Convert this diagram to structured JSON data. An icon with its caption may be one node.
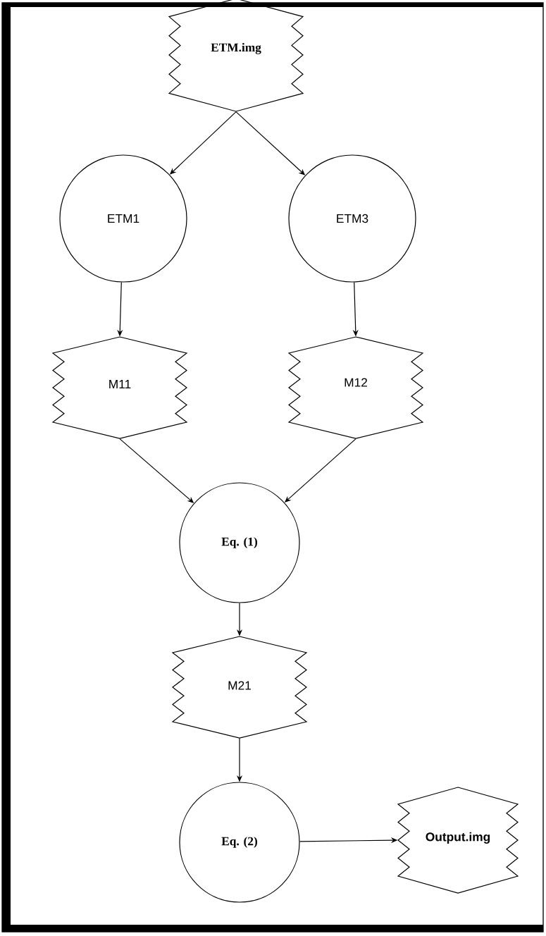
{
  "diagram": {
    "nodes": [
      {
        "text": [
          "ETM.img"
        ]
      },
      {
        "text": [
          "ETM1"
        ]
      },
      {
        "text": [
          "ETM3"
        ]
      },
      {
        "text": [
          "M11"
        ]
      },
      {
        "text": [
          "M12"
        ]
      },
      {
        "text": [
          "Eq. (1)"
        ]
      },
      {
        "text": [
          "M21"
        ]
      },
      {
        "text": [
          "Eq. (2)"
        ]
      },
      {
        "text": [
          "Output.img"
        ]
      }
    ],
    "edges": [
      {
        "from": 0,
        "to": 1,
        "arrow": "to"
      },
      {
        "from": 0,
        "to": 2,
        "arrow": "to"
      },
      {
        "from": 1,
        "to": 3,
        "arrow": "to"
      },
      {
        "from": 2,
        "to": 4,
        "arrow": "to"
      },
      {
        "from": 3,
        "to": 5,
        "arrow": "to"
      },
      {
        "from": 4,
        "to": 5,
        "arrow": "to"
      },
      {
        "from": 5,
        "to": 6,
        "arrow": "to"
      },
      {
        "from": 6,
        "to": 7,
        "arrow": "to"
      },
      {
        "from": 7,
        "to": 8,
        "arrow": "to"
      }
    ]
  }
}
